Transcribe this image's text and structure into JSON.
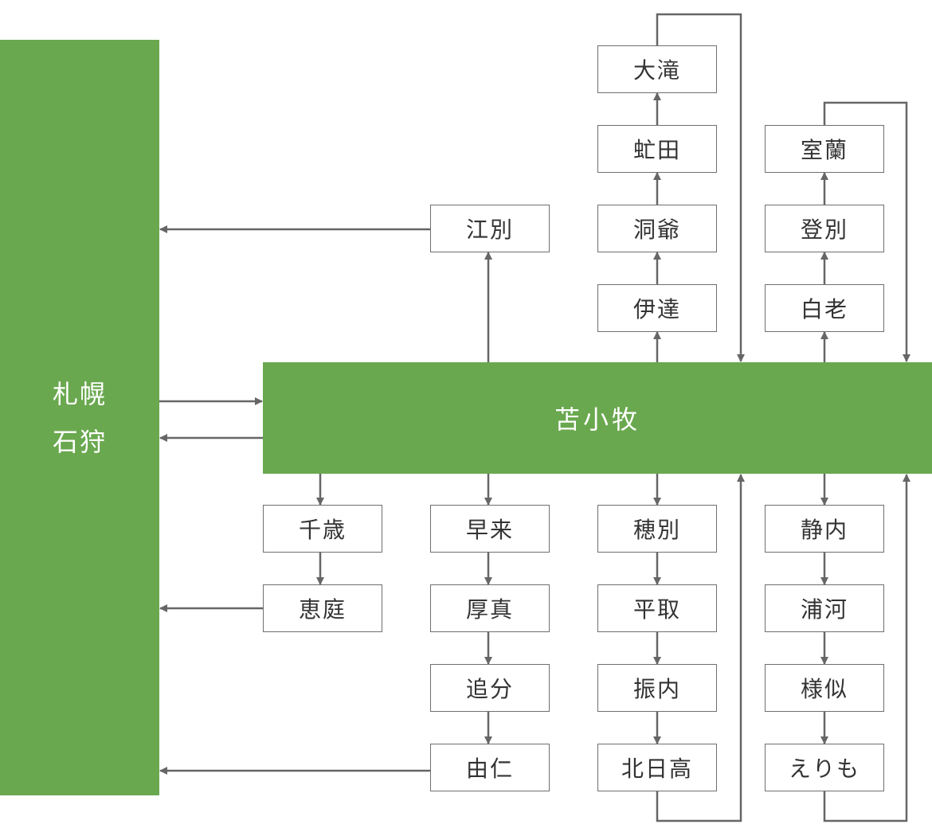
{
  "colors": {
    "hub": "#6aa84f",
    "line": "#666666",
    "box_border": "#6f6f6f"
  },
  "hubs": {
    "sapporo_line1": "札幌",
    "sapporo_line2": "石狩",
    "tomakomai": "苫小牧"
  },
  "nodes": {
    "ebetsu": "江別",
    "otaki": "大滝",
    "sobetsu": "虻田",
    "toya": "洞爺",
    "date": "伊達",
    "muroran": "室蘭",
    "noboribetsu": "登別",
    "shiraoi": "白老",
    "chitose": "千歳",
    "eniwa": "恵庭",
    "hayakita": "早来",
    "atsuma": "厚真",
    "oiwake": "追分",
    "yuni": "由仁",
    "hobetsu": "穂別",
    "biratori": "平取",
    "furenai": "振内",
    "kitahidaka": "北日高",
    "shizunai": "静内",
    "urakawa": "浦河",
    "samani": "様似",
    "erimo": "えりも"
  }
}
